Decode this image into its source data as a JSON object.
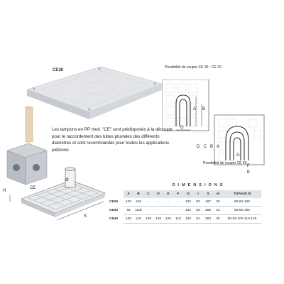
{
  "lid_label": "CE38",
  "description": "Les tampons en PP mod. \"CE\" sont prédisposés à la découpe pour le raccordement des tubes pluviales des différents diamètres et sont recommandés pour toutes les applications piétonne.",
  "cut_note_top": "Possibilité de couper CE 30 - CE 20",
  "cut_note_bottom": "Possibilité de couper CE 40",
  "diagram_letters_top": {
    "a": "A",
    "b": "B",
    "g": "G"
  },
  "diagram_letters_bottom": {
    "d": "D",
    "c": "C",
    "b": "B",
    "a": "A",
    "g": "G",
    "f": "F",
    "e": "E"
  },
  "assembly_letters": {
    "h": "H",
    "ce": "CE",
    "s": "S",
    "diameter": "Ø"
  },
  "dimensions": {
    "title": "DIMENSIONS",
    "headers": [
      "A",
      "B",
      "C",
      "D",
      "E",
      "F",
      "G",
      "I",
      "S",
      "H",
      "TUYAUX Ø"
    ],
    "rows": [
      {
        "model": "CE20",
        "cells": [
          "100",
          "120",
          "-",
          "-",
          "-",
          "-",
          "102",
          "83",
          "187",
          "20",
          "80-82-100"
        ]
      },
      {
        "model": "CE30",
        "cells": [
          "95",
          "1115",
          "-",
          "-",
          "-",
          "-",
          "102",
          "83",
          "285",
          "22",
          "80-82-100"
        ]
      },
      {
        "model": "CE40",
        "cells": [
          "100",
          "118",
          "128",
          "145",
          "125",
          "110",
          "100",
          "81",
          "383",
          "25",
          "80-82-100-110-125"
        ]
      }
    ]
  }
}
